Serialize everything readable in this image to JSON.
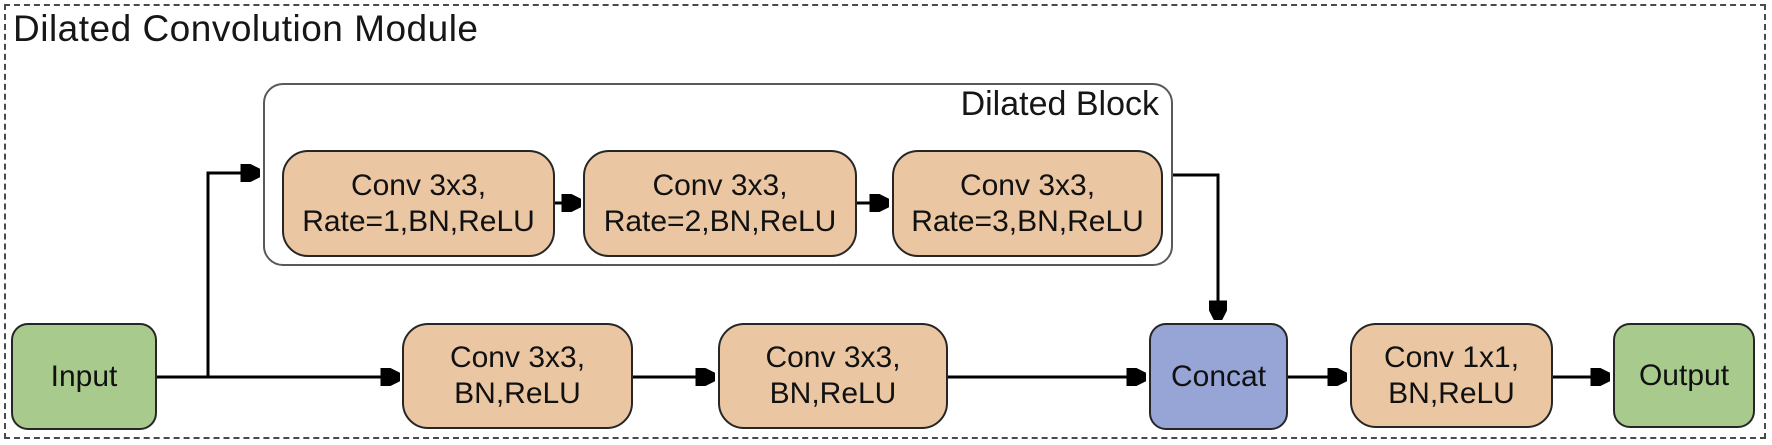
{
  "title": "Dilated Convolution Module",
  "dilated_block": {
    "label": "Dilated Block",
    "nodes": [
      {
        "line1": "Conv 3x3,",
        "line2": "Rate=1,BN,ReLU"
      },
      {
        "line1": "Conv 3x3,",
        "line2": "Rate=2,BN,ReLU"
      },
      {
        "line1": "Conv 3x3,",
        "line2": "Rate=3,BN,ReLU"
      }
    ]
  },
  "main_path": {
    "input_label": "Input",
    "conv_a": {
      "line1": "Conv 3x3,",
      "line2": "BN,ReLU"
    },
    "conv_b": {
      "line1": "Conv 3x3,",
      "line2": "BN,ReLU"
    },
    "concat_label": "Concat",
    "conv_1x1": {
      "line1": "Conv 1x1,",
      "line2": "BN,ReLU"
    },
    "output_label": "Output"
  },
  "colors": {
    "conv_fill": "#eac6a2",
    "io_fill": "#a8cb8d",
    "concat_fill": "#96a5d6",
    "node_border": "#262626",
    "container_border": "#595959",
    "frame_dash": "#4a4a4a",
    "arrow": "#000000"
  }
}
